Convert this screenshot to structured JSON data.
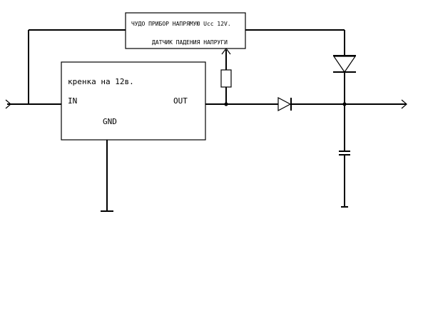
{
  "module": {
    "line1": "ЧУДО ПРИБОР НАПРЯМУЮ Ucc 12V.",
    "line2": "ДАТЧИК ПАДЕНИЯ НАПРУГИ"
  },
  "regulator": {
    "title": "кренка на 12в.",
    "in": "IN",
    "out": "OUT",
    "gnd": "GND"
  }
}
